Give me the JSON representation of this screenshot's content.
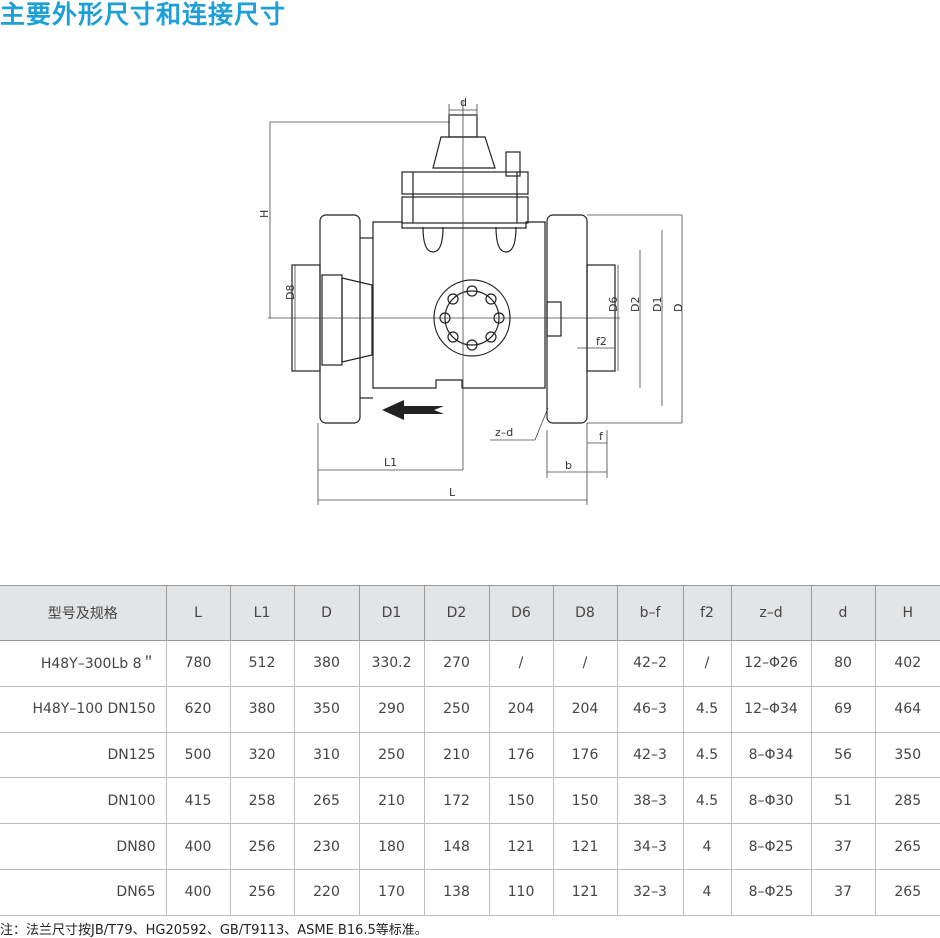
{
  "title": "主要外形尺寸和连接尺寸",
  "drawing": {
    "labels": {
      "d": "d",
      "H": "H",
      "D8": "D8",
      "D6": "D6",
      "D2": "D2",
      "D1": "D1",
      "D": "D",
      "f2": "f2",
      "z_d": "z–d",
      "f": "f",
      "b": "b",
      "L1": "L1",
      "L": "L"
    }
  },
  "table": {
    "headers": [
      "型号及规格",
      "L",
      "L1",
      "D",
      "D1",
      "D2",
      "D6",
      "D8",
      "b–f",
      "f2",
      "z–d",
      "d",
      "H"
    ],
    "rows": [
      [
        "H48Y–300Lb 8＂",
        "780",
        "512",
        "380",
        "330.2",
        "270",
        "/",
        "/",
        "42–2",
        "/",
        "12–Φ26",
        "80",
        "402"
      ],
      [
        "H48Y–100  DN150",
        "620",
        "380",
        "350",
        "290",
        "250",
        "204",
        "204",
        "46–3",
        "4.5",
        "12–Φ34",
        "69",
        "464"
      ],
      [
        "DN125",
        "500",
        "320",
        "310",
        "250",
        "210",
        "176",
        "176",
        "42–3",
        "4.5",
        "8–Φ34",
        "56",
        "350"
      ],
      [
        "DN100",
        "415",
        "258",
        "265",
        "210",
        "172",
        "150",
        "150",
        "38–3",
        "4.5",
        "8–Φ30",
        "51",
        "285"
      ],
      [
        "DN80",
        "400",
        "256",
        "230",
        "180",
        "148",
        "121",
        "121",
        "34–3",
        "4",
        "8–Φ25",
        "37",
        "265"
      ],
      [
        "DN65",
        "400",
        "256",
        "220",
        "170",
        "138",
        "110",
        "121",
        "32–3",
        "4",
        "8–Φ25",
        "37",
        "265"
      ]
    ]
  },
  "note": "注：法兰尺寸按JB/T79、HG20592、GB/T9113、ASME B16.5等标准。"
}
